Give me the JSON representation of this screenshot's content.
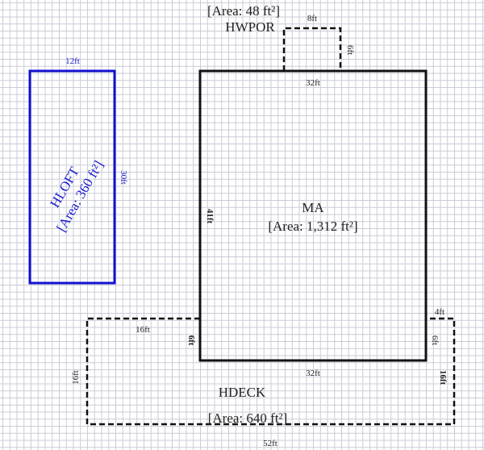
{
  "colors": {
    "loft": "#1010d0",
    "wall": "#111111"
  },
  "areas": {
    "hwpor": {
      "name": "HWPOR",
      "area": "[Area: 48 ft²]",
      "top": "8ft",
      "side": "6ft",
      "bottom": "32ft"
    },
    "hloft": {
      "name": "HLOFT",
      "area": "[Area: 360 ft²]",
      "top": "12ft",
      "side": "30ft"
    },
    "ma": {
      "name": "MA",
      "area": "[Area: 1,312 ft²]",
      "side": "41ft",
      "bottom": "32ft"
    },
    "hdeck": {
      "name": "HDECK",
      "area": "[Area: 640 ft²]",
      "top_left": "16ft",
      "inner_left": "6ft",
      "inner_right": "6ft",
      "top_right": "4ft",
      "left": "16ft",
      "right": "16ft",
      "bottom": "52ft"
    }
  }
}
